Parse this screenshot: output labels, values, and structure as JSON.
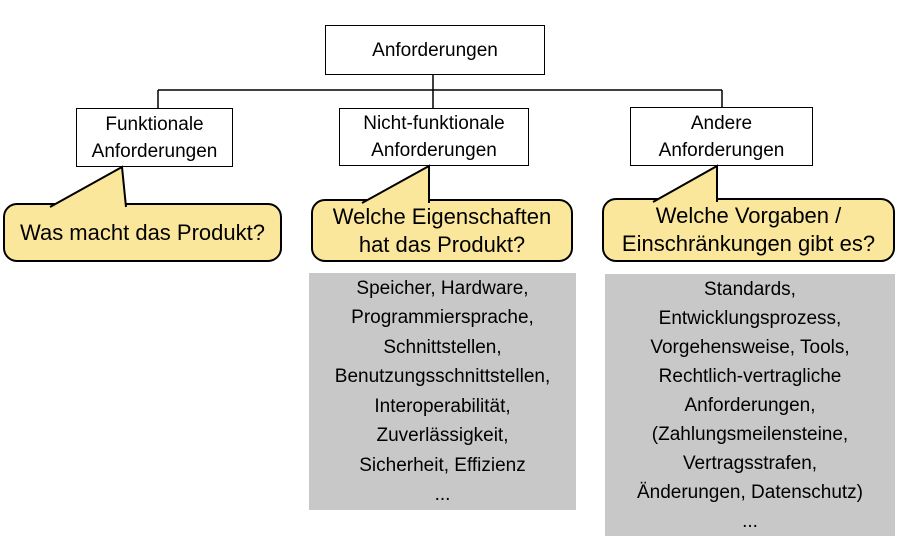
{
  "colors": {
    "callout_fill": "#FBE79B",
    "detail_fill": "#C8C8C8",
    "line_color": "#000000",
    "box_fill": "#FFFFFF"
  },
  "tree": {
    "root_label": "Anforderungen",
    "children": [
      {
        "id": "funktionale",
        "lines": [
          "Funktionale",
          "Anforderungen"
        ]
      },
      {
        "id": "nicht-funktionale",
        "lines": [
          "Nicht-funktionale",
          "Anforderungen"
        ]
      },
      {
        "id": "andere",
        "lines": [
          "Andere",
          "Anforderungen"
        ]
      }
    ]
  },
  "callouts": [
    {
      "for": "funktionale",
      "lines": [
        "Was macht das Produkt?",
        ""
      ]
    },
    {
      "for": "nicht-funktionale",
      "lines": [
        "Welche Eigenschaften",
        "hat das Produkt?"
      ]
    },
    {
      "for": "andere",
      "lines": [
        "Welche Vorgaben /",
        "Einschränkungen gibt es?"
      ]
    }
  ],
  "detail_boxes": [
    {
      "for": "nicht-funktionale",
      "lines": [
        "Speicher, Hardware,",
        "Programmiersprache,",
        "Schnittstellen,",
        "Benutzungsschnittstellen,",
        "Interoperabilität,",
        "Zuverlässigkeit,",
        "Sicherheit, Effizienz",
        "..."
      ]
    },
    {
      "for": "andere",
      "lines": [
        "Standards,",
        "Entwicklungsprozess,",
        "Vorgehensweise, Tools,",
        "Rechtlich-vertragliche",
        "Anforderungen,",
        "(Zahlungsmeilensteine,",
        "Vertragsstrafen,",
        "Änderungen, Datenschutz)",
        "..."
      ]
    }
  ]
}
